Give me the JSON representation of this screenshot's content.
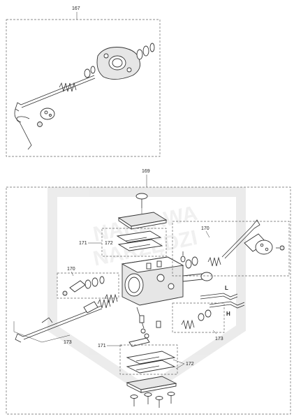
{
  "watermark": {
    "line1": "NARZAWA",
    "line2": "NARZĘDZI"
  },
  "callouts": {
    "assembly_top": "167",
    "assembly_bottom": "169",
    "c170_right": "170",
    "c170_left": "170",
    "c171_upper": "171",
    "c172_upper": "172",
    "c171_lower": "171",
    "c172_lower": "172",
    "c173_left": "173",
    "c173_right": "173",
    "adj_L": "L",
    "adj_H": "H"
  },
  "colors": {
    "line": "#333333",
    "frame": "#666666",
    "watermark": "#d9d9d9"
  }
}
